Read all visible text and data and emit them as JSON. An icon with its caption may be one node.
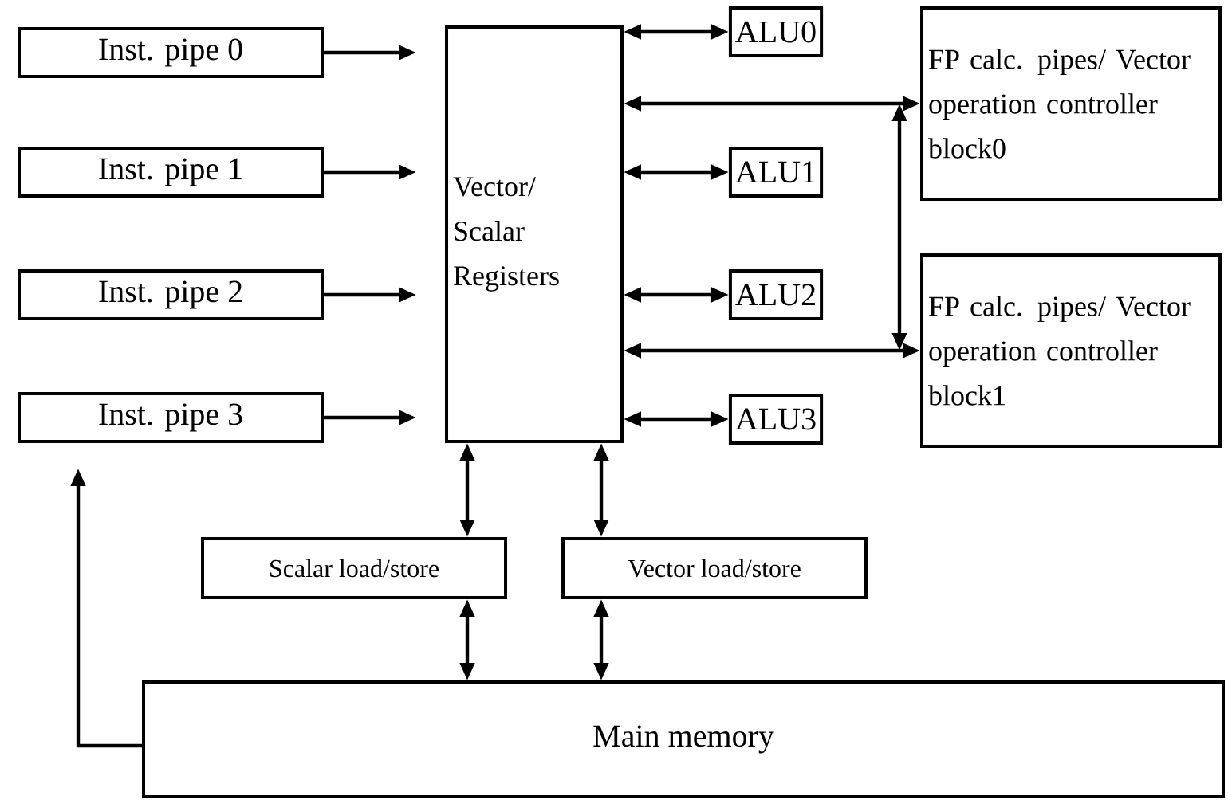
{
  "diagram": {
    "nodes": [
      {
        "text": [
          "Inst. pipe 0"
        ]
      },
      {
        "text": [
          "Inst. pipe 1"
        ]
      },
      {
        "text": [
          "Inst. pipe 2"
        ]
      },
      {
        "text": [
          "Inst. pipe 3"
        ]
      },
      {
        "text": [
          "Vector/ Scalar Registers"
        ]
      },
      {
        "text": [
          "ALU0"
        ]
      },
      {
        "text": [
          "ALU1"
        ]
      },
      {
        "text": [
          "ALU2"
        ]
      },
      {
        "text": [
          "ALU3"
        ]
      },
      {
        "text": [
          "FP calc. pipes/ Vector operation controller block0"
        ]
      },
      {
        "text": [
          "FP calc. pipes/ Vector operation controller block1"
        ]
      },
      {
        "text": [
          "Scalar load/store"
        ]
      },
      {
        "text": [
          "Vector load/store"
        ]
      },
      {
        "text": [
          "Main memory"
        ]
      }
    ],
    "edges": [
      {
        "from": 0,
        "to": 4,
        "arrow": "to"
      },
      {
        "from": 1,
        "to": 4,
        "arrow": "to"
      },
      {
        "from": 2,
        "to": 4,
        "arrow": "to"
      },
      {
        "from": 3,
        "to": 4,
        "arrow": "to"
      },
      {
        "from": 4,
        "to": 5,
        "arrow": "both"
      },
      {
        "from": 4,
        "to": 9,
        "arrow": "both"
      },
      {
        "from": 4,
        "to": 6,
        "arrow": "both"
      },
      {
        "from": 4,
        "to": 7,
        "arrow": "both"
      },
      {
        "from": 4,
        "to": 10,
        "arrow": "both"
      },
      {
        "from": 4,
        "to": 8,
        "arrow": "both"
      },
      {
        "from": 9,
        "to": 10,
        "arrow": "both"
      },
      {
        "from": 4,
        "to": 11,
        "arrow": "both"
      },
      {
        "from": 4,
        "to": 12,
        "arrow": "both"
      },
      {
        "from": 11,
        "to": 13,
        "arrow": "both"
      },
      {
        "from": 12,
        "to": 13,
        "arrow": "both"
      },
      {
        "from": 13,
        "to": 3,
        "arrow": "to"
      }
    ]
  }
}
